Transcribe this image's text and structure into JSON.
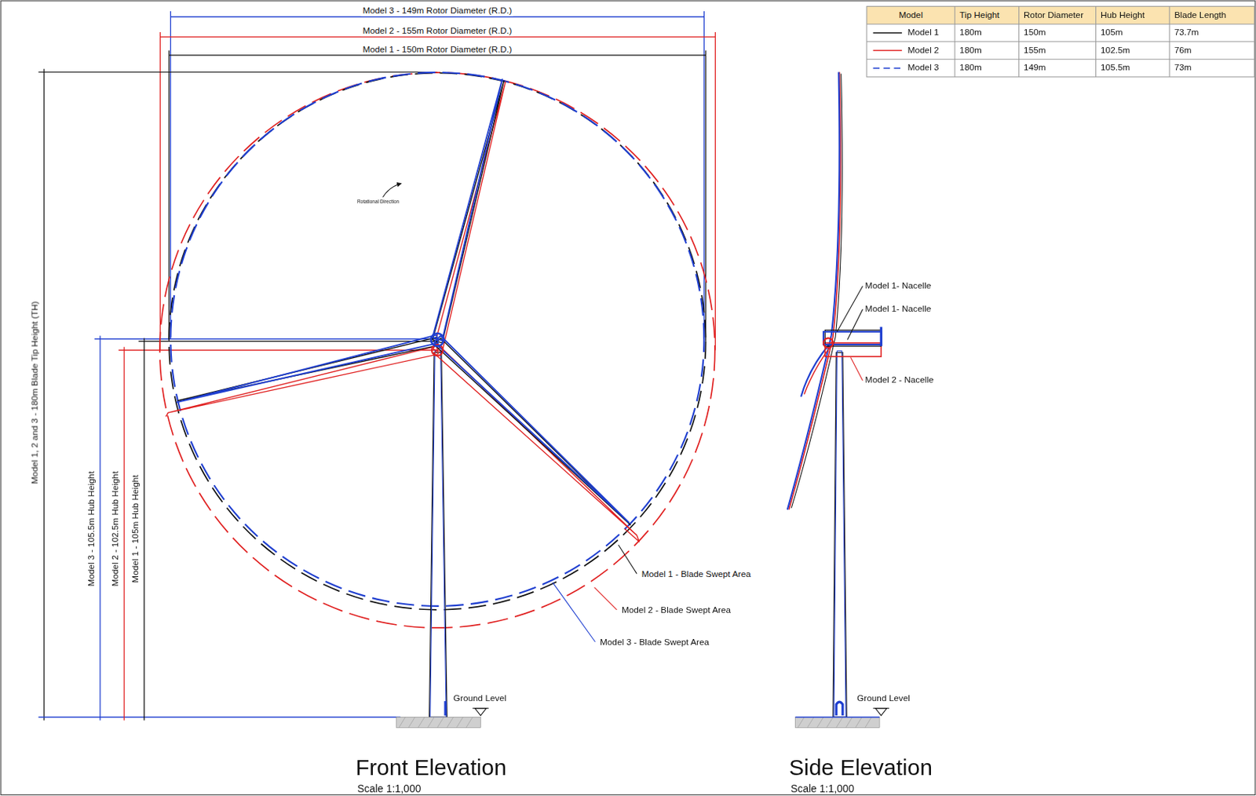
{
  "diagram": {
    "labels": [
      "Model 3 - 149m Rotor Diameter (R.D.)",
      "Model 2 - 155m Rotor Diameter (R.D.)",
      "Model 1 - 150m Rotor Diameter (R.D.)",
      "Model 1, 2 and 3 - 180m Blade Tip Height (TH)",
      "Model 3 - 105.5m Hub Height",
      "Model 2 - 102.5m Hub Height",
      "Model 1 - 105m Hub Height",
      "Rotational Direction",
      "Model 1 - Blade Swept Area",
      "Model 2 - Blade Swept Area",
      "Model 3 - Blade Swept Area",
      "Ground Level",
      "Front Elevation",
      "Scale 1:1,000",
      "Model 1- Nacelle",
      "Model 1- Nacelle",
      "Model 2 - Nacelle",
      "Ground Level",
      "Side Elevation",
      "Scale 1:1,000",
      "Model",
      "Tip Height",
      "Rotor Diameter",
      "Hub Height",
      "Blade Length",
      "180m",
      "150m",
      "105m",
      "73.7m",
      "180m",
      "155m",
      "102.5m",
      "76m",
      "180m",
      "149m",
      "105.5m",
      "73m"
    ],
    "legend": [
      {
        "text": "Model 1"
      },
      {
        "text": "Model 2"
      },
      {
        "text": "Model 3"
      }
    ]
  }
}
